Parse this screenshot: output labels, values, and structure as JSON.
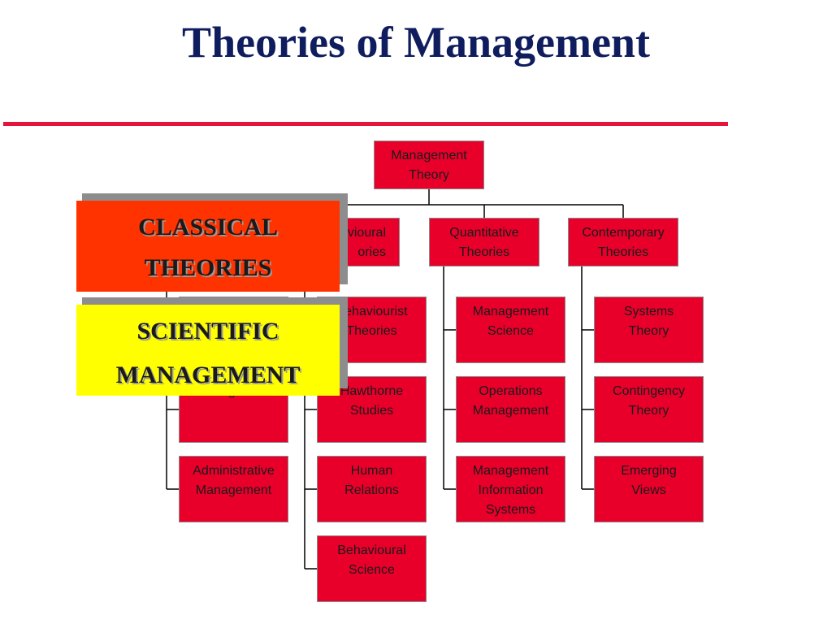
{
  "title": "Theories of Management",
  "root": [
    "Management",
    "Theory"
  ],
  "columns": [
    {
      "header": [
        "",
        ""
      ],
      "items": [
        [
          "",
          ""
        ],
        [
          "",
          "Management"
        ],
        [
          "Administrative",
          "Management"
        ]
      ]
    },
    {
      "header": [
        "vioural",
        "ories"
      ],
      "items": [
        [
          "Behaviourist",
          "Theories"
        ],
        [
          "Hawthorne",
          "Studies"
        ],
        [
          "Human",
          "Relations"
        ],
        [
          "Behavioural",
          "Science"
        ]
      ]
    },
    {
      "header": [
        "Quantitative",
        "Theories"
      ],
      "items": [
        [
          "Management",
          "Science"
        ],
        [
          "Operations",
          "Management"
        ],
        [
          "Management",
          "Information",
          "Systems"
        ]
      ]
    },
    {
      "header": [
        "Contemporary",
        "Theories"
      ],
      "items": [
        [
          "Systems",
          "Theory"
        ],
        [
          "Contingency",
          "Theory"
        ],
        [
          "Emerging",
          "Views"
        ]
      ]
    }
  ],
  "callouts": {
    "classical": [
      "CLASSICAL",
      "THEORIES"
    ],
    "scientific": [
      "SCIENTIFIC",
      "MANAGEMENT"
    ]
  },
  "colors": {
    "title": "#0f1d5e",
    "rule": "#e4143a",
    "node": "#e8002a",
    "classical_callout": "#ff3300",
    "scientific_callout": "#ffff00"
  }
}
